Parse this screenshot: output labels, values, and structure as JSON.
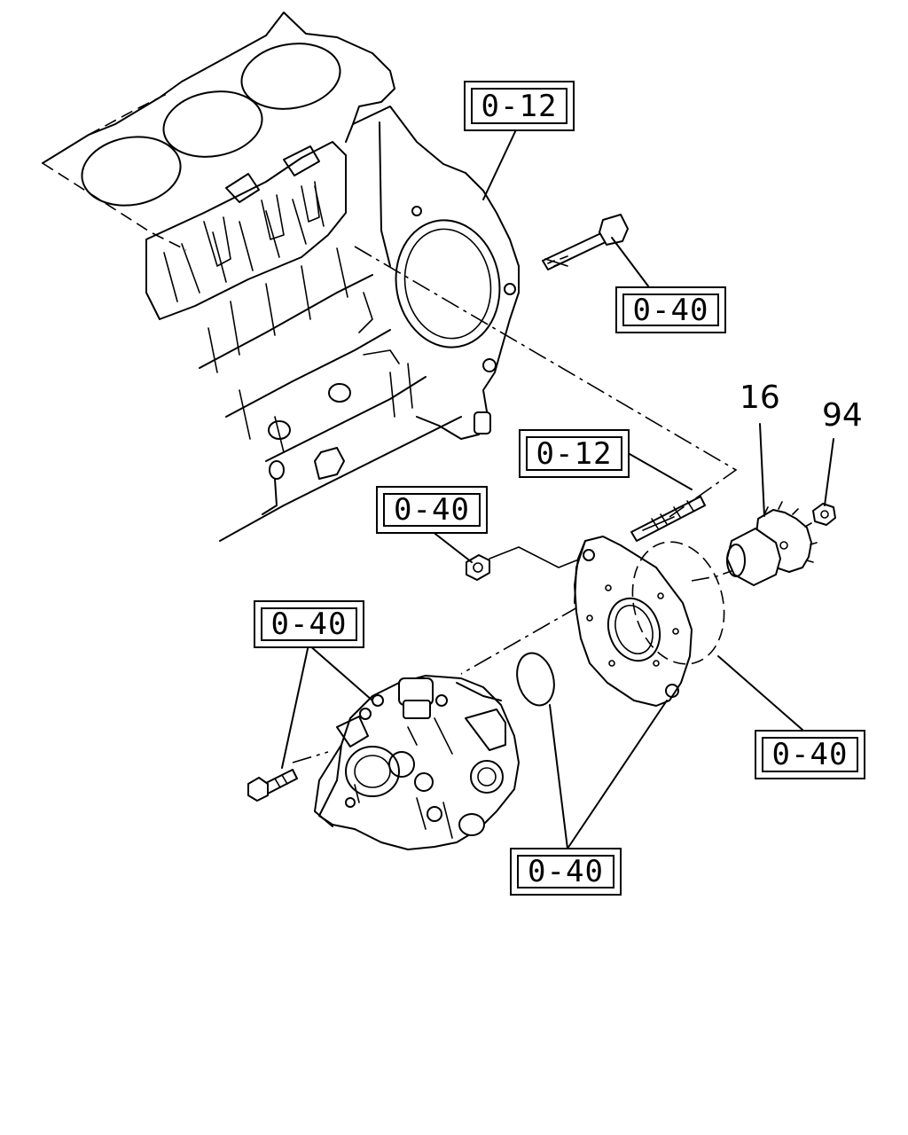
{
  "callouts": {
    "block_top": "0-12",
    "block_bolt": "0-40",
    "stud": "0-12",
    "flange_nut": "0-40",
    "pump_bolts": "0-40",
    "flange_oring": "0-40",
    "flange_bolts": "0-40"
  },
  "parts": {
    "gear": "16",
    "nut": "94"
  }
}
